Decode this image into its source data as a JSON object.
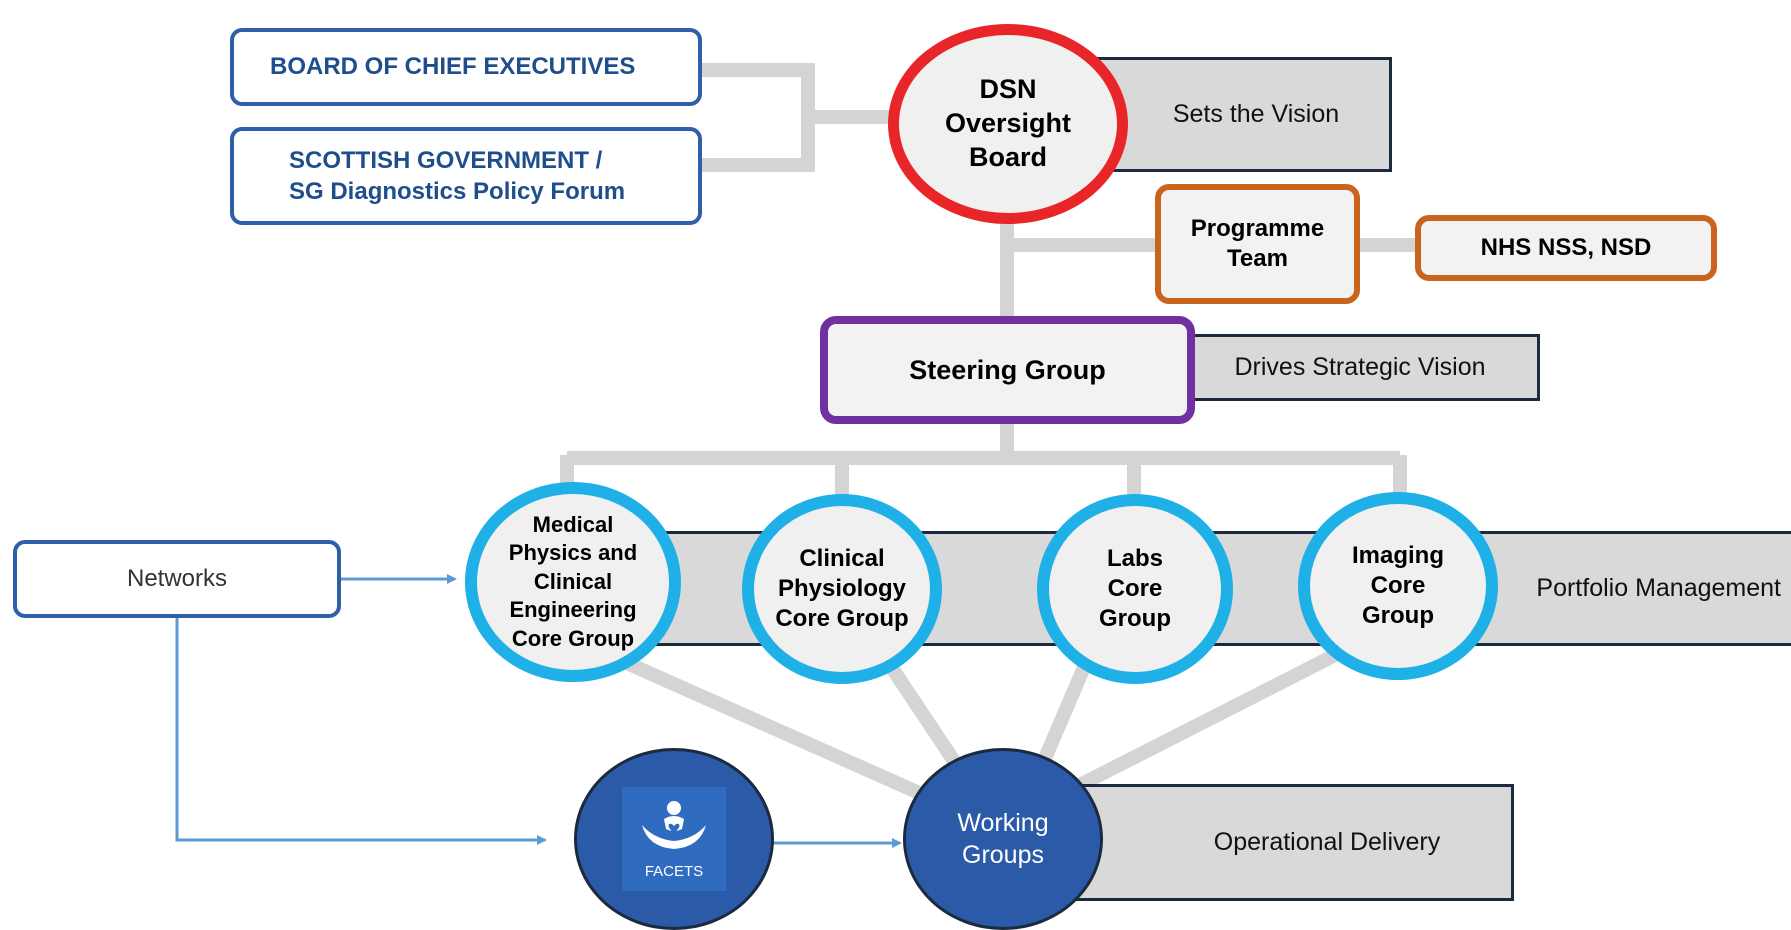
{
  "board": {
    "label": "BOARD OF CHIEF EXECUTIVES"
  },
  "scottish_gov": {
    "line1": "SCOTTISH GOVERNMENT /",
    "line2": "SG Diagnostics Policy Forum"
  },
  "oversight": {
    "line1": "DSN",
    "line2": "Oversight",
    "line3": "Board",
    "role": "Sets the Vision"
  },
  "programme": {
    "line1": "Programme",
    "line2": "Team",
    "partner": "NHS NSS, NSD"
  },
  "steering": {
    "label": "Steering Group",
    "role": "Drives Strategic Vision"
  },
  "core_groups": [
    {
      "lines": [
        "Medical",
        "Physics and",
        "Clinical",
        "Engineering",
        "Core Group"
      ]
    },
    {
      "lines": [
        "Clinical",
        "Physiology",
        "Core Group"
      ]
    },
    {
      "lines": [
        "Labs",
        "Core",
        "Group"
      ]
    },
    {
      "lines": [
        "Imaging",
        "Core",
        "Group"
      ]
    }
  ],
  "portfolio": {
    "label": "Portfolio Management"
  },
  "networks": {
    "label": "Networks"
  },
  "facets": {
    "label": "FACETS"
  },
  "working_groups": {
    "line1": "Working",
    "line2": "Groups",
    "role": "Operational Delivery"
  },
  "colors": {
    "blue_border": "#2e5fa8",
    "oversight_ring": "#e8262a",
    "steering_border": "#7030a0",
    "programme_border": "#c8641e",
    "core_ring": "#1fb0e8",
    "dark_circle": "#2b5aa8",
    "connector": "#d4d4d4",
    "arrow": "#5b9bd5"
  }
}
